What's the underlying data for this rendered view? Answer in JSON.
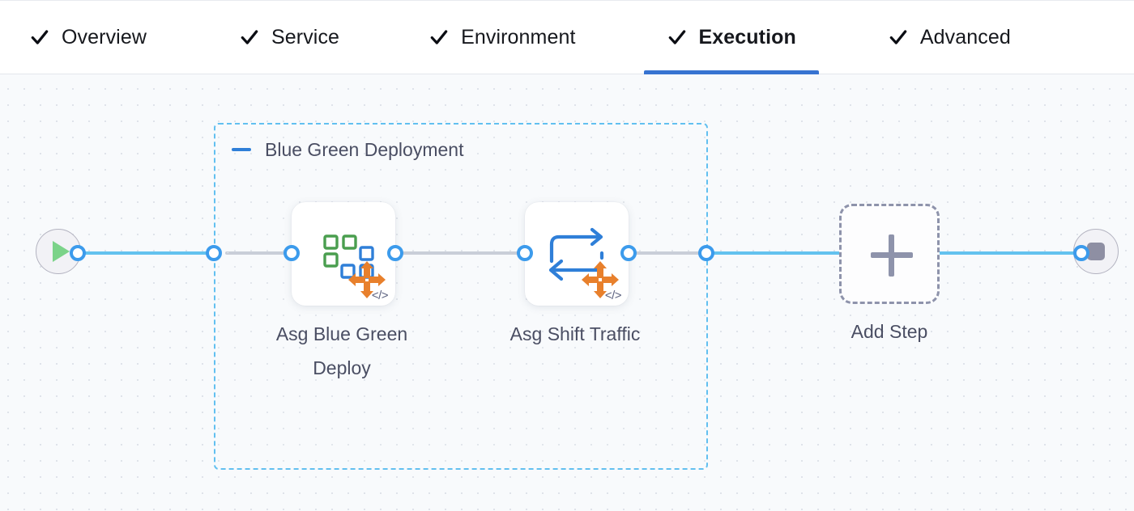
{
  "tabs": [
    {
      "label": "Overview",
      "icon": "check-icon",
      "active": false
    },
    {
      "label": "Service",
      "icon": "check-icon",
      "active": false
    },
    {
      "label": "Environment",
      "icon": "check-icon",
      "active": false
    },
    {
      "label": "Execution",
      "icon": "check-icon",
      "active": true
    },
    {
      "label": "Advanced",
      "icon": "check-icon",
      "active": false
    }
  ],
  "canvas": {
    "start_node": {
      "name": "pipeline-start",
      "icon": "play-icon"
    },
    "end_node": {
      "name": "pipeline-end",
      "icon": "stop-icon"
    },
    "group": {
      "title": "Blue Green Deployment",
      "collapse_icon": "minus-icon",
      "border_color": "#62c0f0"
    },
    "steps": [
      {
        "label": "Asg Blue Green Deploy",
        "label_line1": "Asg Blue Green",
        "label_line2": "Deploy",
        "icon": "asg-blue-green-deploy-icon",
        "badge": "</>"
      },
      {
        "label": "Asg Shift Traffic",
        "label_line1": "Asg Shift Traffic",
        "label_line2": "",
        "icon": "asg-shift-traffic-icon",
        "badge": "</>"
      }
    ],
    "add_step": {
      "label": "Add Step",
      "icon": "plus-icon"
    }
  },
  "colors": {
    "accent_blue": "#3773d1",
    "edge_blue": "#63c2ef",
    "group_border": "#62c0f0",
    "dashed_edge": "#c9ced8",
    "text": "#4a4e63",
    "canvas_bg": "#f8fafc"
  }
}
